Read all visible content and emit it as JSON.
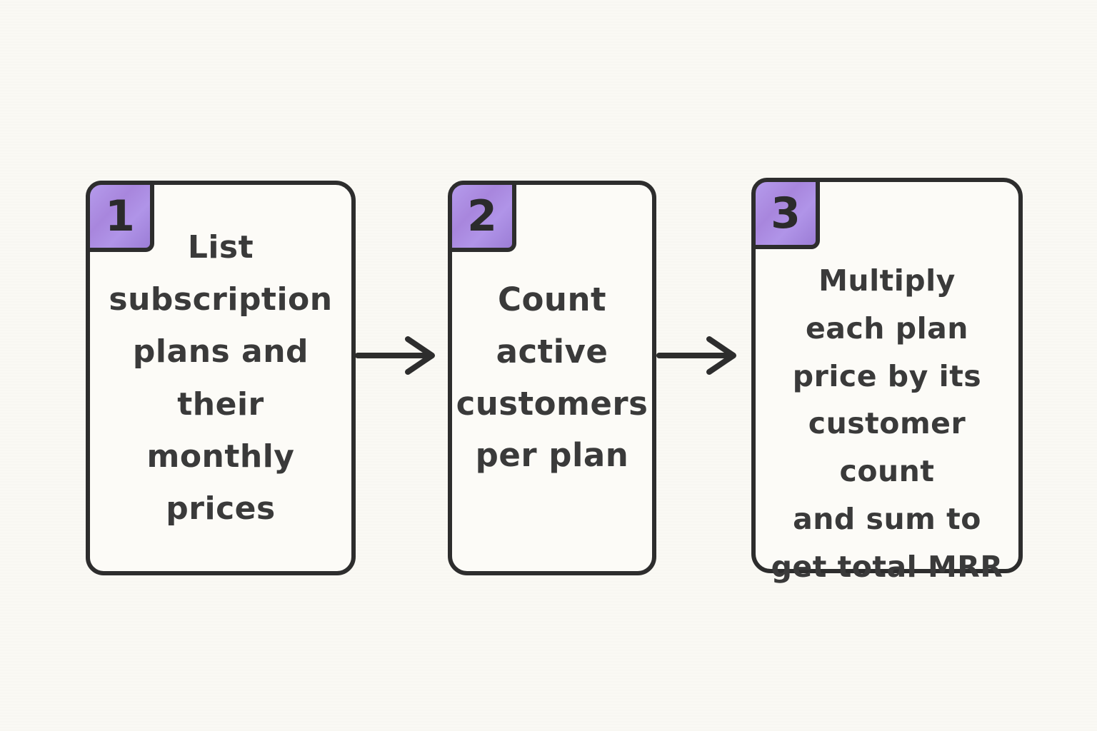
{
  "diagram": {
    "type": "flowchart",
    "direction": "left-to-right",
    "style": "hand-drawn",
    "steps": [
      {
        "number": "1",
        "text": "List\nsubscription\nplans and\ntheir\nmonthly\nprices"
      },
      {
        "number": "2",
        "text": "Count\nactive\ncustomers\nper plan"
      },
      {
        "number": "3",
        "text": "Multiply\neach plan\nprice by its\ncustomer count\nand sum to\nget total MRR"
      }
    ],
    "connectors": [
      {
        "from": "1",
        "to": "2",
        "type": "arrow-right"
      },
      {
        "from": "2",
        "to": "3",
        "type": "arrow-right"
      }
    ],
    "colors": {
      "background": "#faf9f4",
      "card_fill": "#fcfbf7",
      "stroke": "#2d2d2d",
      "badge_fill": "#a88be2",
      "text": "#3a3a3a"
    }
  }
}
